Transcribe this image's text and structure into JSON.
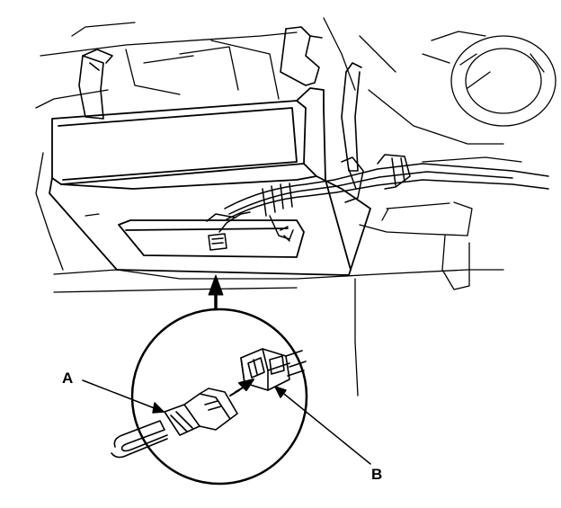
{
  "diagram": {
    "callouts": [
      {
        "id": "A",
        "label": "A",
        "target": "connector-plug"
      },
      {
        "id": "B",
        "label": "B",
        "target": "connector-socket"
      }
    ],
    "colors": {
      "ink": "#000000",
      "paper": "#ffffff"
    }
  }
}
